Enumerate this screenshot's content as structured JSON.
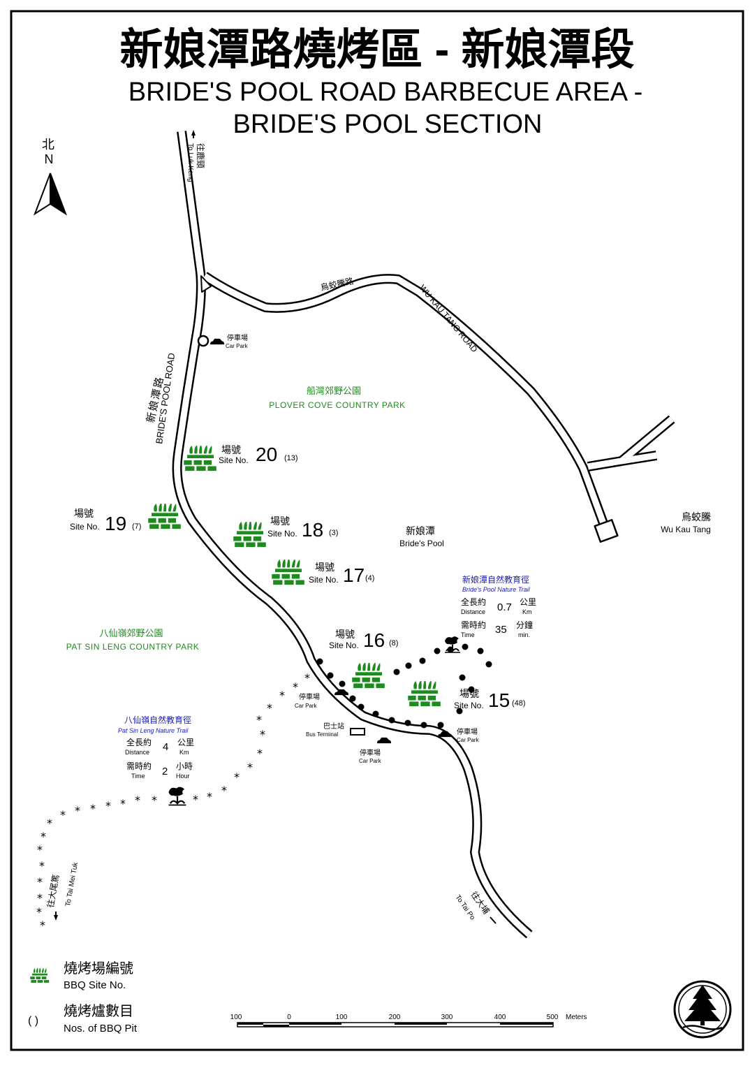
{
  "title": {
    "zh": "新娘潭路燒烤區 - 新娘潭段",
    "en_line1": "BRIDE'S POOL ROAD BARBECUE AREA -",
    "en_line2": "BRIDE'S POOL SECTION"
  },
  "north": {
    "zh": "北",
    "en": "N"
  },
  "roads": {
    "to_luk_keng_zh": "往鹿頸",
    "to_luk_keng_en": "To Luk Keng",
    "wu_kau_tang_road_zh": "烏蛟騰路",
    "wu_kau_tang_road_en": "WU KAU TANG ROAD",
    "brides_pool_road_zh": "新娘潭路",
    "brides_pool_road_en": "BRIDE'S POOL ROAD",
    "to_tai_po_zh": "往大埔",
    "to_tai_po_en": "To Tai Po",
    "to_tai_mei_tuk_zh": "往大尾篤",
    "to_tai_mei_tuk_en": "To Tai Mei Tuk"
  },
  "car_park": {
    "zh": "停車場",
    "en": "Car Park"
  },
  "bus_terminal": {
    "zh": "巴士站",
    "en": "Bus Terminal"
  },
  "areas": {
    "plover_cove_zh": "船灣郊野公園",
    "plover_cove_en": "PLOVER COVE COUNTRY PARK",
    "pat_sin_leng_zh": "八仙嶺郊野公園",
    "pat_sin_leng_en": "PAT SIN LENG COUNTRY PARK",
    "brides_pool_zh": "新娘潭",
    "brides_pool_en": "Bride's Pool",
    "wu_kau_tang_zh": "烏蛟騰",
    "wu_kau_tang_en": "Wu Kau Tang"
  },
  "site_label": {
    "zh": "場號",
    "en": "Site No."
  },
  "sites": [
    {
      "no": "20",
      "pits": "(13)"
    },
    {
      "no": "19",
      "pits": "(7)"
    },
    {
      "no": "18",
      "pits": "(3)"
    },
    {
      "no": "17",
      "pits": "(4)"
    },
    {
      "no": "16",
      "pits": "(8)"
    },
    {
      "no": "15",
      "pits": "(48)"
    }
  ],
  "trails": {
    "brides_pool": {
      "name_zh": "新娘潭自然教育徑",
      "name_en": "Bride's Pool Nature Trail",
      "distance_zh": "全長約",
      "distance_en": "Distance",
      "distance": "0.7",
      "dist_unit_zh": "公里",
      "dist_unit_en": "Km",
      "time_zh": "需時約",
      "time_en": "Time",
      "time": "35",
      "time_unit_zh": "分鐘",
      "time_unit_en": "min."
    },
    "pat_sin_leng": {
      "name_zh": "八仙嶺自然教育徑",
      "name_en": "Pat Sin Leng Nature Trail",
      "distance_zh": "全長約",
      "distance_en": "Distance",
      "distance": "4",
      "dist_unit_zh": "公里",
      "dist_unit_en": "Km",
      "time_zh": "需時約",
      "time_en": "Time",
      "time": "2",
      "time_unit_zh": "小時",
      "time_unit_en": "Hour"
    }
  },
  "legend": {
    "site_zh": "燒烤場編號",
    "site_en": "BBQ Site No.",
    "pits_symbol": "(    )",
    "pits_zh": "燒烤爐數目",
    "pits_en": "Nos. of BBQ Pit"
  },
  "scale": {
    "ticks": [
      "100",
      "0",
      "100",
      "200",
      "300",
      "400",
      "500"
    ],
    "unit": "Meters"
  },
  "colors": {
    "green": "#1f8a1f",
    "blue": "#1a1ab8",
    "black": "#000000"
  }
}
